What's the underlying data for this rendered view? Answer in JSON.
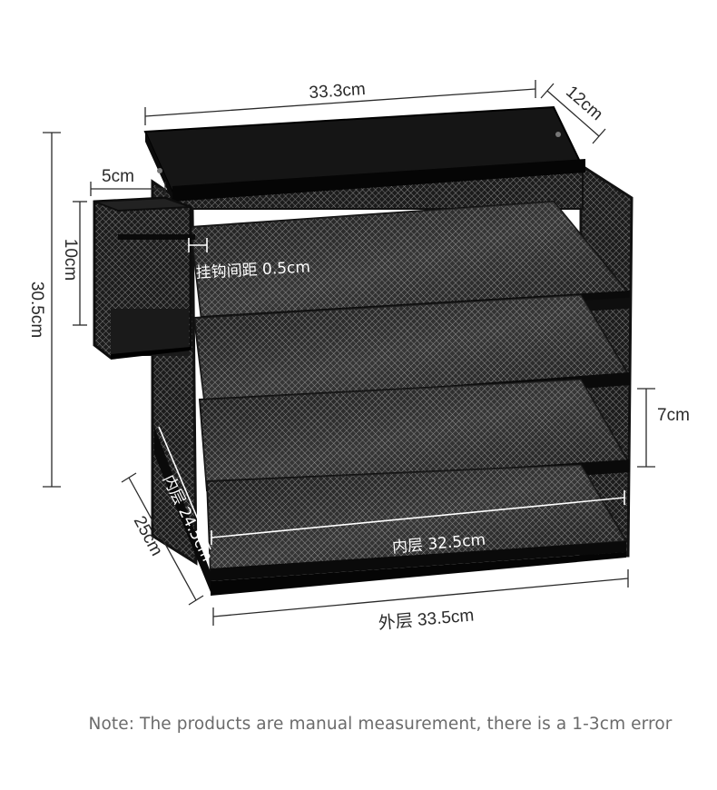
{
  "labels": {
    "top_width": "33.3cm",
    "depth_top": "12cm",
    "holder_width": "5cm",
    "holder_height": "10cm",
    "total_height": "30.5cm",
    "hook_spacing": "挂钩间距 0.5cm",
    "tier_height": "7cm",
    "inner_depth": "内层 24.5cm",
    "outer_depth": "25cm",
    "inner_width": "内层 32.5cm",
    "outer_width": "外层 33.5cm"
  },
  "note": "Note: The products are manual measurement, there is a 1-3cm error",
  "colors": {
    "metal": "#111111",
    "mesh_light": "#6a6a6a",
    "dimension_line": "#2a2a2a",
    "note_text": "#6b6b6b"
  }
}
